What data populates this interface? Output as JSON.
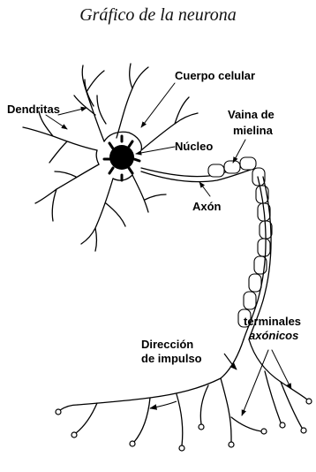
{
  "title": "Gráfico de la neurona",
  "labels": {
    "dendritas": "Dendritas",
    "cuerpo_celular": "Cuerpo celular",
    "vaina_1": "Vaina de",
    "vaina_2": "mielina",
    "nucleo": "Núcleo",
    "axon": "Axón",
    "terminales_1": "terminales",
    "terminales_2": "axónicos",
    "direccion_1": "Dirección",
    "direccion_2": "de impulso"
  }
}
